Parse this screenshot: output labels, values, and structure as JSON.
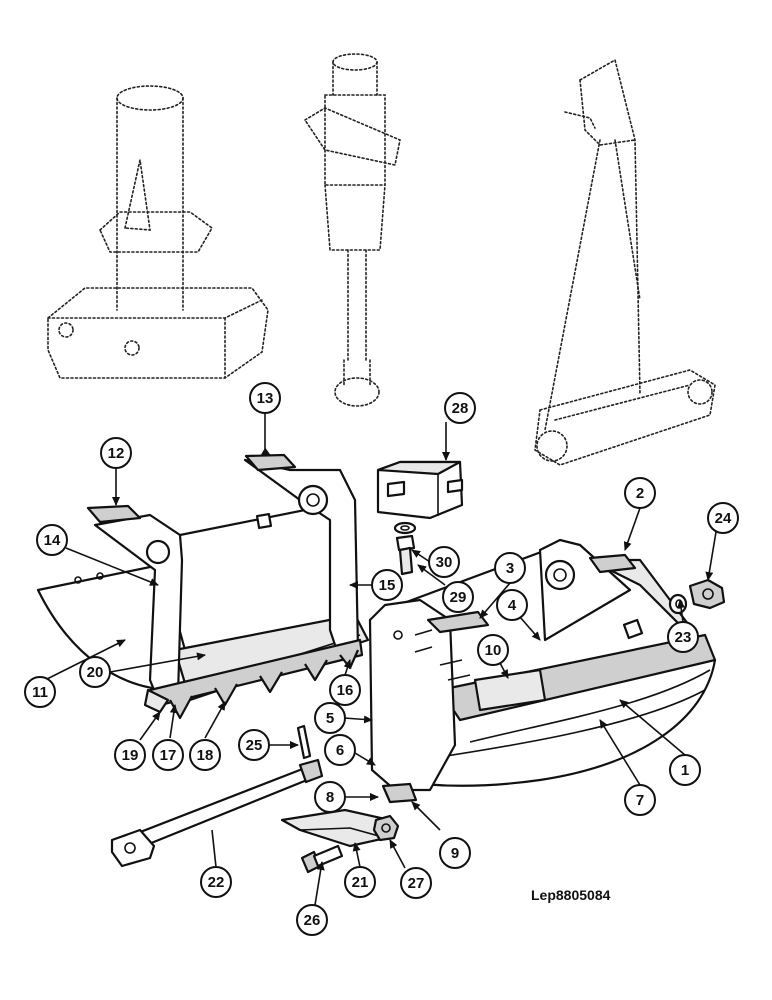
{
  "drawing_code": "Lep8805084",
  "callouts": [
    "1",
    "2",
    "3",
    "4",
    "5",
    "6",
    "7",
    "8",
    "9",
    "10",
    "11",
    "12",
    "13",
    "14",
    "15",
    "16",
    "17",
    "18",
    "19",
    "20",
    "21",
    "22",
    "23",
    "24",
    "25",
    "26",
    "27",
    "28",
    "29",
    "30"
  ]
}
